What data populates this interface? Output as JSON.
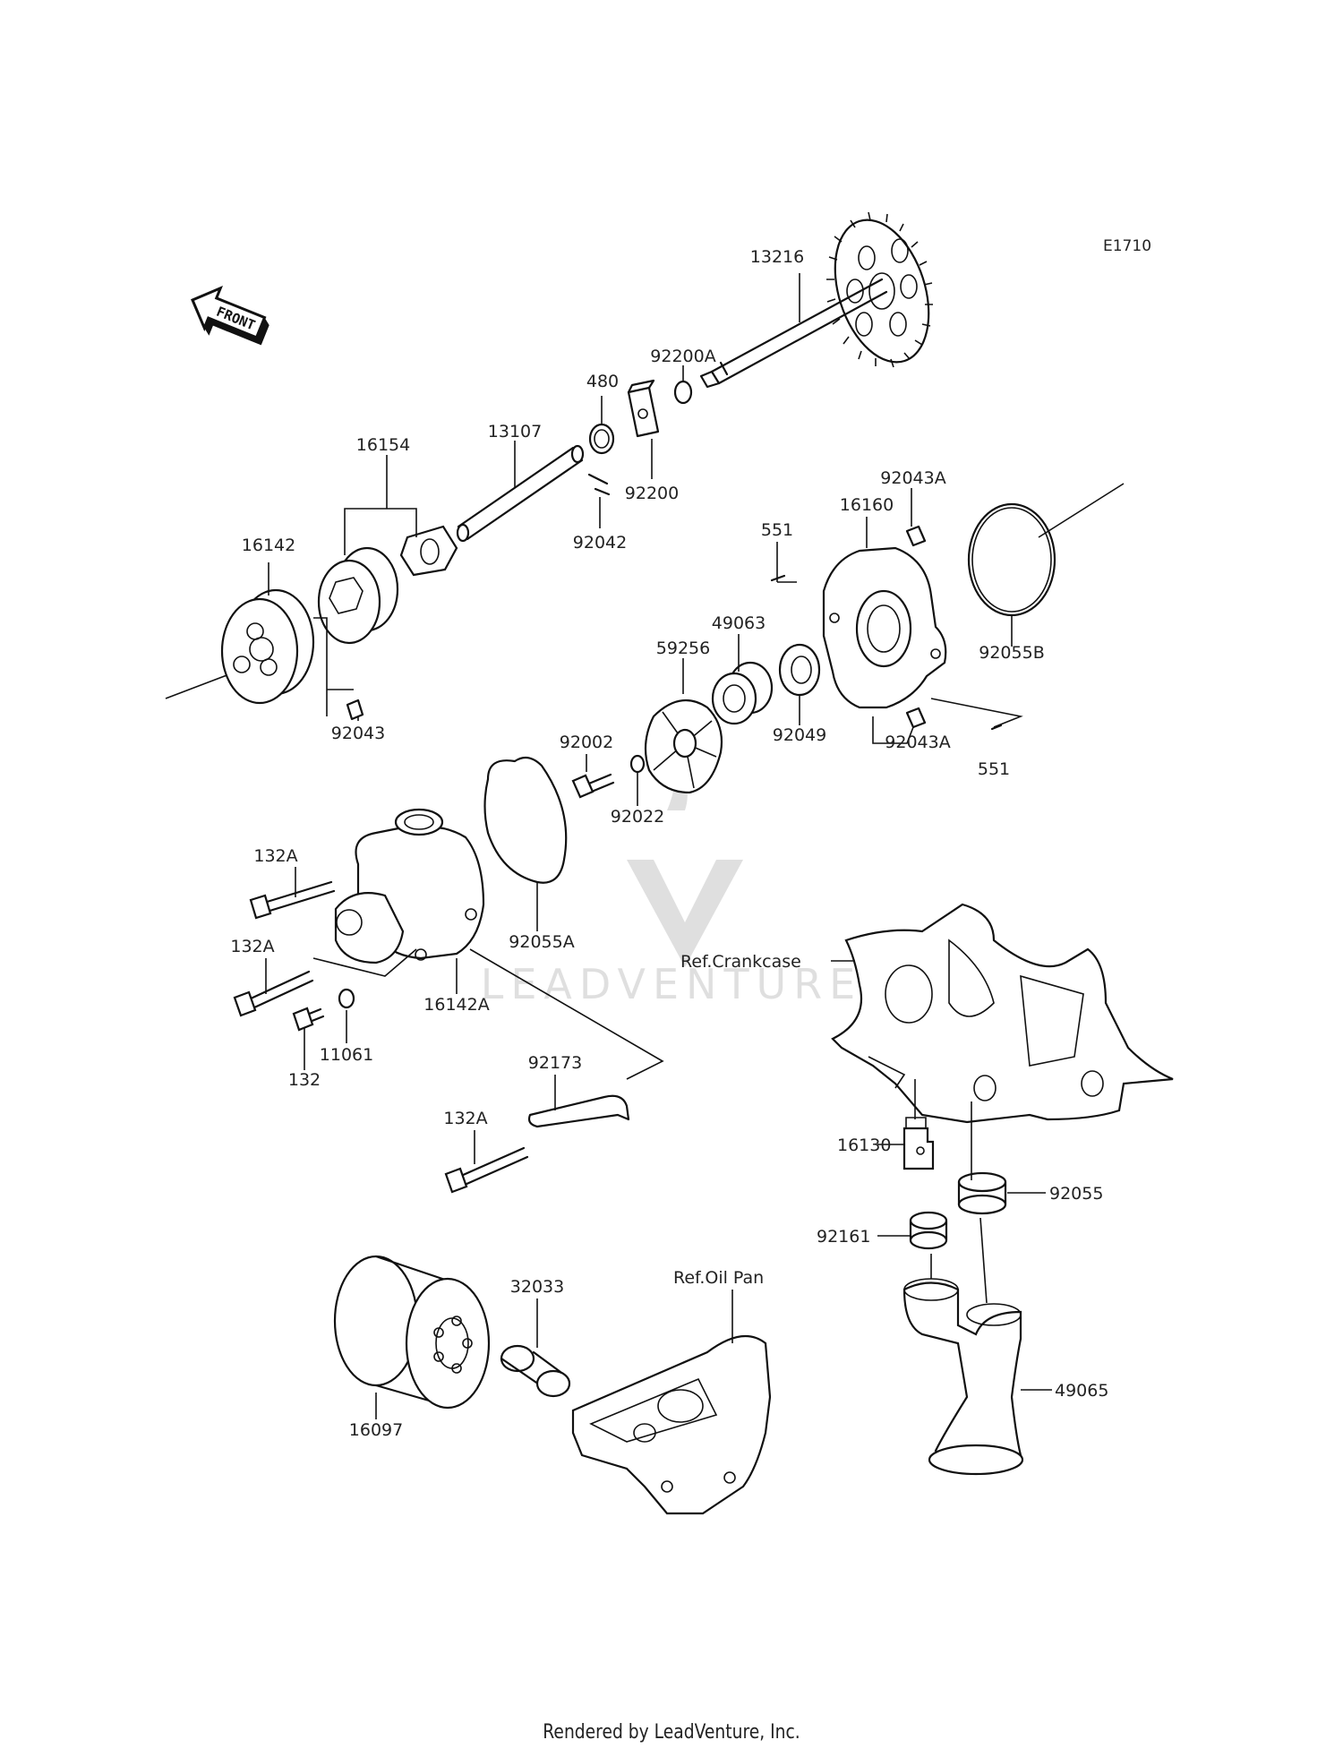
{
  "diagram": {
    "code": "E1710",
    "front_label": "FRONT",
    "watermark": "LEADVENTURE",
    "footer": "Rendered by LeadVenture, Inc.",
    "parts": [
      {
        "id": "p13216",
        "label": "13216"
      },
      {
        "id": "p92200A",
        "label": "92200A"
      },
      {
        "id": "p480",
        "label": "480"
      },
      {
        "id": "p92200",
        "label": "92200"
      },
      {
        "id": "p13107",
        "label": "13107"
      },
      {
        "id": "p92042",
        "label": "92042"
      },
      {
        "id": "p16154",
        "label": "16154"
      },
      {
        "id": "p16142",
        "label": "16142"
      },
      {
        "id": "p92043",
        "label": "92043"
      },
      {
        "id": "p551a",
        "label": "551"
      },
      {
        "id": "p16160",
        "label": "16160"
      },
      {
        "id": "p92043Aa",
        "label": "92043A"
      },
      {
        "id": "p92055B",
        "label": "92055B"
      },
      {
        "id": "p59256",
        "label": "59256"
      },
      {
        "id": "p49063",
        "label": "49063"
      },
      {
        "id": "p92049",
        "label": "92049"
      },
      {
        "id": "p92043Ab",
        "label": "92043A"
      },
      {
        "id": "p551b",
        "label": "551"
      },
      {
        "id": "p92002",
        "label": "92002"
      },
      {
        "id": "p92022",
        "label": "92022"
      },
      {
        "id": "p132Aa",
        "label": "132A"
      },
      {
        "id": "p92055A",
        "label": "92055A"
      },
      {
        "id": "p132Ab",
        "label": "132A"
      },
      {
        "id": "p16142A",
        "label": "16142A"
      },
      {
        "id": "p132",
        "label": "132"
      },
      {
        "id": "p11061",
        "label": "11061"
      },
      {
        "id": "p92173",
        "label": "92173"
      },
      {
        "id": "p132Ac",
        "label": "132A"
      },
      {
        "id": "pRefCrankcase",
        "label": "Ref.Crankcase"
      },
      {
        "id": "p16130",
        "label": "16130"
      },
      {
        "id": "p92055",
        "label": "92055"
      },
      {
        "id": "p92161",
        "label": "92161"
      },
      {
        "id": "pRefOilPan",
        "label": "Ref.Oil Pan"
      },
      {
        "id": "p32033",
        "label": "32033"
      },
      {
        "id": "p16097",
        "label": "16097"
      },
      {
        "id": "p49065",
        "label": "49065"
      }
    ]
  }
}
